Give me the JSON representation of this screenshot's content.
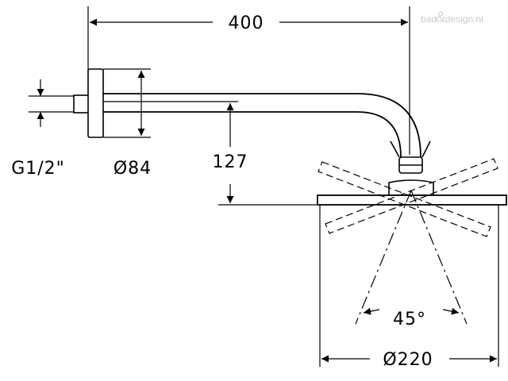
{
  "watermark": {
    "part1": "bad",
    "amp": "&",
    "part2": "design.nl"
  },
  "dimensions": {
    "arm_length": "400",
    "thread": "G1/2\"",
    "flange_diameter": "Ø84",
    "drop_height": "127",
    "spray_angle": "45°",
    "head_diameter": "Ø220"
  }
}
